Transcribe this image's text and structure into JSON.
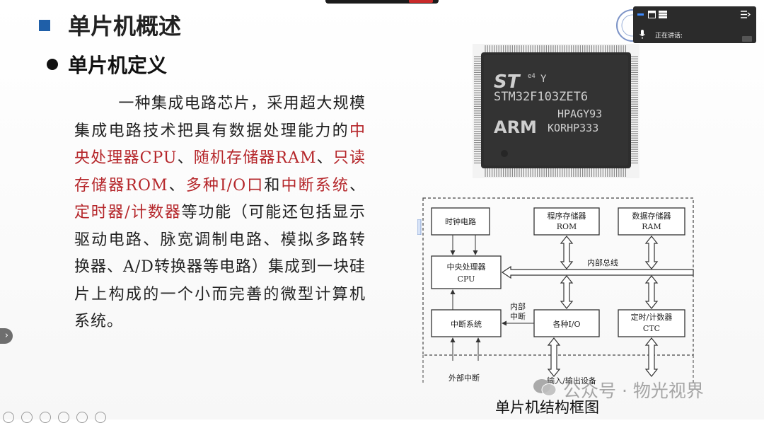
{
  "slide": {
    "title": "单片机概述",
    "subtitle": "单片机定义",
    "paragraph": [
      {
        "text": "一种集成电路芯片，采用超大规模集成电路技术把具有数据处理能力的",
        "red": false
      },
      {
        "text": "中央处理器CPU",
        "red": true
      },
      {
        "text": "、",
        "red": false
      },
      {
        "text": "随机存储器RAM",
        "red": true
      },
      {
        "text": "、",
        "red": false
      },
      {
        "text": "只读存储器ROM",
        "red": true
      },
      {
        "text": "、",
        "red": false
      },
      {
        "text": "多种I/O口",
        "red": true
      },
      {
        "text": "和",
        "red": false
      },
      {
        "text": "中断系统",
        "red": true
      },
      {
        "text": "、",
        "red": false
      },
      {
        "text": "定时器/计数器",
        "red": true
      },
      {
        "text": "等功能（可能还包括显示驱动电路、脉宽调制电路、模拟多路转换器、A/D转换器等电路）集成到一块硅片上构成的一个小而完善的微型计算机系统。",
        "red": false
      }
    ],
    "chip": {
      "logo": "ST",
      "line1": "STM32F103ZET6",
      "line2": "HPAGY93",
      "brand": "ARM",
      "line3": "KORHP333",
      "mark": "e4",
      "y": "Y"
    },
    "diagram": {
      "clock": "时钟电路",
      "program_memory": [
        "程序存储器",
        "ROM"
      ],
      "data_memory": [
        "数据存储器",
        "RAM"
      ],
      "cpu": [
        "中央处理器",
        "CPU"
      ],
      "internal_bus": "内部总线",
      "internal_interrupt": [
        "内部",
        "中断"
      ],
      "interrupt_system": "中断系统",
      "io": "各种I/O",
      "timer": [
        "定时/计数器",
        "CTC"
      ],
      "external_interrupt": "外部中断",
      "io_device": "输入/输出设备"
    },
    "caption": "单片机结构框图"
  },
  "watermark": {
    "text": "公众号 · 物光视界",
    "icon": "wechat-icon"
  },
  "speaking_bar": {
    "label": "正在讲话:"
  },
  "nav": {
    "next_arrow": "›"
  },
  "colors": {
    "accent_blue": "#1f5fa8",
    "highlight_red": "#b5262a"
  }
}
